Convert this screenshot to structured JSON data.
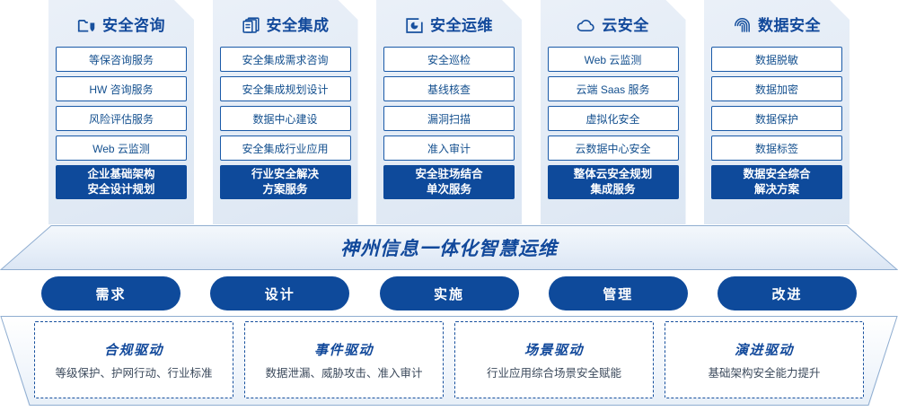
{
  "columns": [
    {
      "icon": "folder-shield-icon",
      "title": "安全咨询",
      "items": [
        "等保咨询服务",
        "HW 咨询服务",
        "风险评估服务",
        "Web 云监测"
      ],
      "summary_line1": "企业基础架构",
      "summary_line2": "安全设计规划"
    },
    {
      "icon": "stacked-documents-icon",
      "title": "安全集成",
      "items": [
        "安全集成需求咨询",
        "安全集成规划设计",
        "数据中心建设",
        "安全集成行业应用"
      ],
      "summary_line1": "行业安全解决",
      "summary_line2": "方案服务"
    },
    {
      "icon": "dashboard-pie-icon",
      "title": "安全运维",
      "items": [
        "安全巡检",
        "基线核查",
        "漏洞扫描",
        "准入审计"
      ],
      "summary_line1": "安全驻场结合",
      "summary_line2": "单次服务"
    },
    {
      "icon": "cloud-icon",
      "title": "云安全",
      "items": [
        "Web 云监测",
        "云端 Saas 服务",
        "虚拟化安全",
        "云数据中心安全"
      ],
      "summary_line1": "整体云安全规划",
      "summary_line2": "集成服务"
    },
    {
      "icon": "fingerprint-icon",
      "title": "数据安全",
      "items": [
        "数据脱敏",
        "数据加密",
        "数据保护",
        "数据标签"
      ],
      "summary_line1": "数据安全综合",
      "summary_line2": "解决方案"
    }
  ],
  "banner": {
    "title": "神州信息一体化智慧运维"
  },
  "pills": [
    {
      "label": "需求"
    },
    {
      "label": "设计"
    },
    {
      "label": "实施"
    },
    {
      "label": "管理"
    },
    {
      "label": "改进"
    }
  ],
  "drivers": [
    {
      "title": "合规驱动",
      "desc": "等级保护、护网行动、行业标准"
    },
    {
      "title": "事件驱动",
      "desc": "数据泄漏、威胁攻击、准入审计"
    },
    {
      "title": "场景驱动",
      "desc": "行业应用综合场景安全赋能"
    },
    {
      "title": "演进驱动",
      "desc": "基础架构安全能力提升"
    }
  ],
  "colors": {
    "brand_blue": "#0e4a9b",
    "title_blue": "#12499b",
    "item_border": "#1a5aa8",
    "item_text": "#14508f",
    "panel_bg": "#e6edf7",
    "dashed_border": "#17509e",
    "desc_text": "#3c4a5c"
  }
}
